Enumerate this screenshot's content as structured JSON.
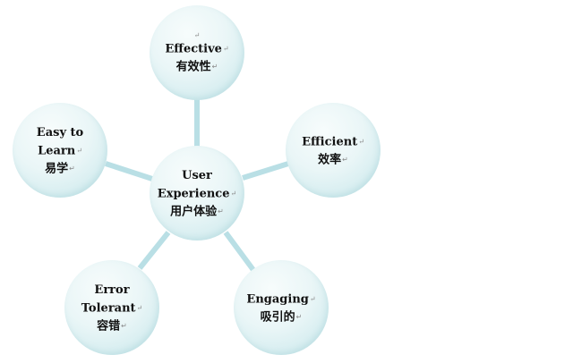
{
  "paragraph_mark": "↵",
  "center": {
    "lines": [
      "User",
      "Experience",
      "用户体验"
    ]
  },
  "nodes": {
    "effective": {
      "lines": [
        "Effective",
        "有效性"
      ]
    },
    "efficient": {
      "lines": [
        "Efficient",
        "效率"
      ]
    },
    "easy": {
      "lines": [
        "Easy to",
        "Learn",
        "易学"
      ]
    },
    "error": {
      "lines": [
        "Error",
        "Tolerant",
        "容错"
      ]
    },
    "engaging": {
      "lines": [
        "Engaging",
        "吸引的"
      ]
    }
  },
  "colors": {
    "connector": "#b9dfe5",
    "circle_light": "#f7fcfc",
    "circle_dark": "#bfe1e6"
  }
}
